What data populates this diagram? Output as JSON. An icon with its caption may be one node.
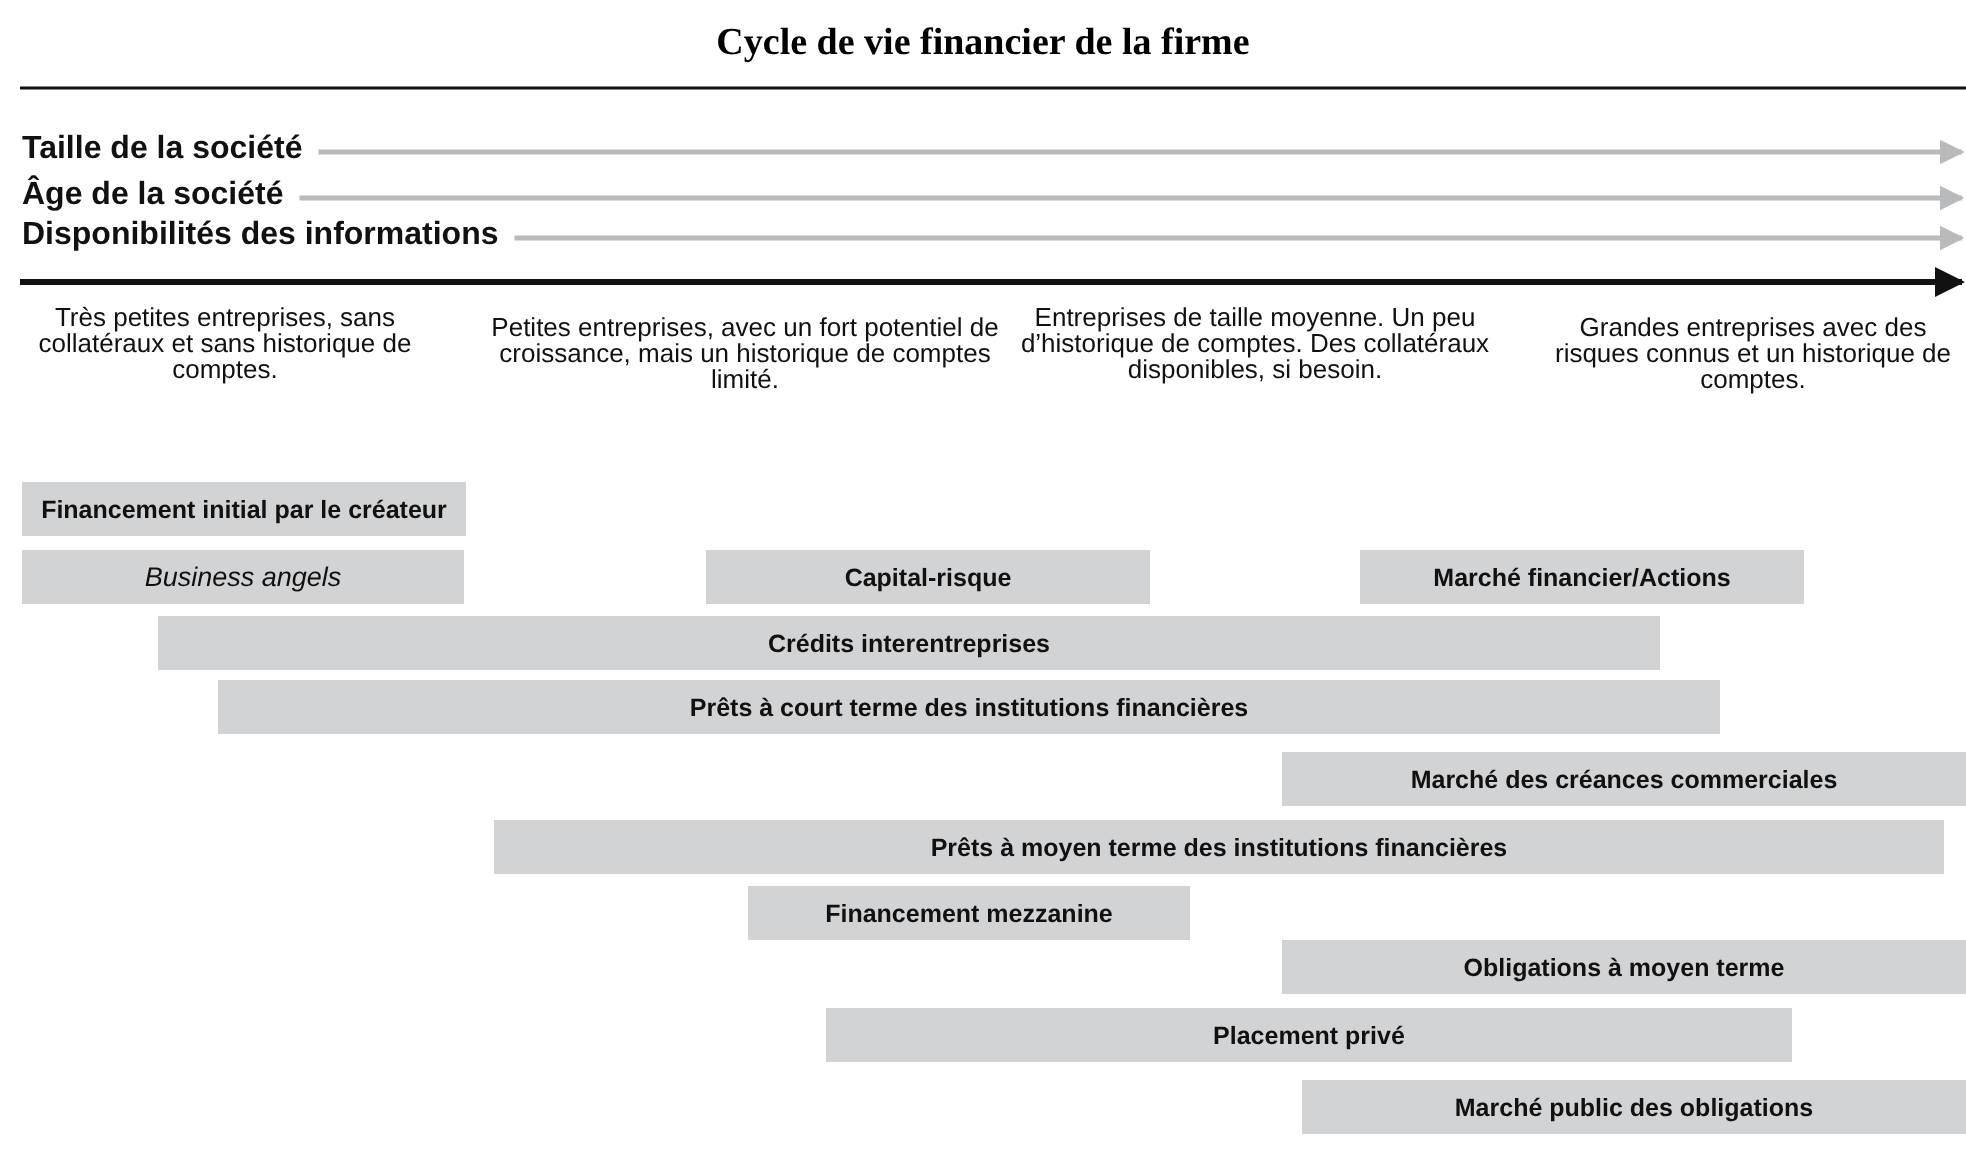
{
  "diagram": {
    "title": "Cycle de vie financier de la firme",
    "nodes": [
      {
        "text": [
          "Taille de la société"
        ]
      },
      {
        "text": [
          "Âge de la société"
        ]
      },
      {
        "text": [
          "Disponibilités des informations"
        ]
      },
      {
        "text": [
          "Financement initial par le créateur"
        ]
      },
      {
        "text": [
          "Business angels"
        ]
      },
      {
        "text": [
          "Capital-risque"
        ]
      },
      {
        "text": [
          "Marché financier/Actions"
        ]
      },
      {
        "text": [
          "Crédits interentreprises"
        ]
      },
      {
        "text": [
          "Prêts à court terme des institutions financières"
        ]
      },
      {
        "text": [
          "Marché des créances commerciales"
        ]
      },
      {
        "text": [
          "Prêts à moyen terme des institutions financières"
        ]
      },
      {
        "text": [
          "Financement mezzanine"
        ]
      },
      {
        "text": [
          "Obligations à moyen terme"
        ]
      },
      {
        "text": [
          "Placement privé"
        ]
      },
      {
        "text": [
          "Marché public des obligations"
        ]
      }
    ],
    "edges": [
      {
        "from": 0,
        "to": null,
        "arrow": "to"
      },
      {
        "from": 1,
        "to": null,
        "arrow": "to"
      },
      {
        "from": 2,
        "to": null,
        "arrow": "to"
      }
    ],
    "labels": [
      "Très petites entreprises, sans collatéraux et sans historique de comptes.",
      "Petites entreprises, avec un fort potentiel de croissance, mais un historique de comptes limité.",
      "Entreprises de taille moyenne. Un peu d’historique de comptes. Des collatéraux disponibles, si besoin.",
      "Grandes entreprises avec des risques connus et un historique de comptes."
    ]
  }
}
